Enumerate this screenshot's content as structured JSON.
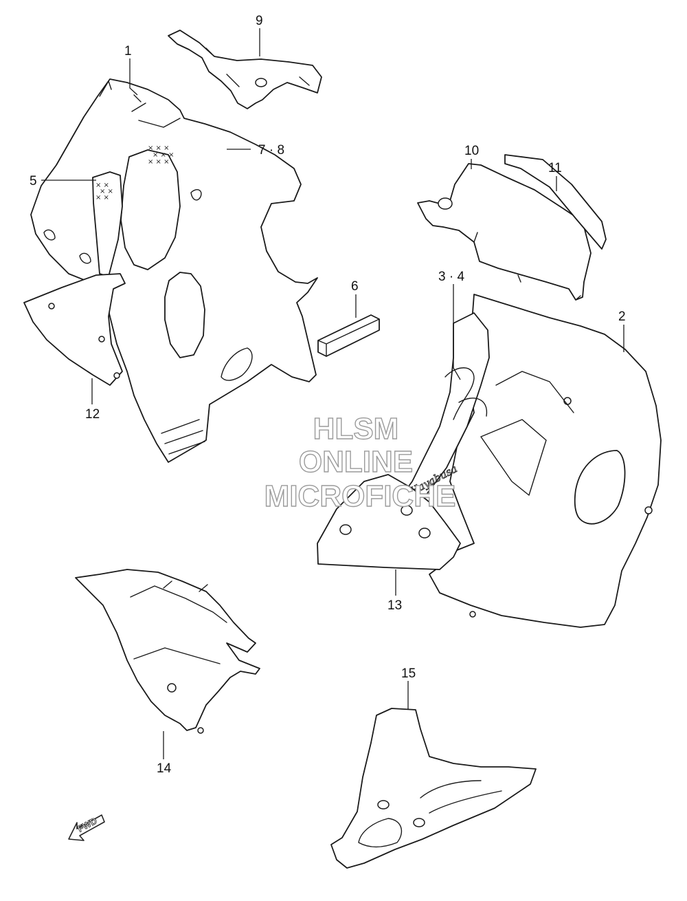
{
  "callouts": {
    "c1": "1",
    "c2": "2",
    "c3_4": "3 · 4",
    "c5": "5",
    "c6": "6",
    "c7_8": "7 · 8",
    "c9": "9",
    "c10": "10",
    "c11": "11",
    "c12": "12",
    "c13": "13",
    "c14": "14",
    "c15": "15"
  },
  "watermark": {
    "line1": "HLSM",
    "line2": "ONLINE",
    "line3": "MICROFICHE"
  },
  "direction_label": "FWD"
}
